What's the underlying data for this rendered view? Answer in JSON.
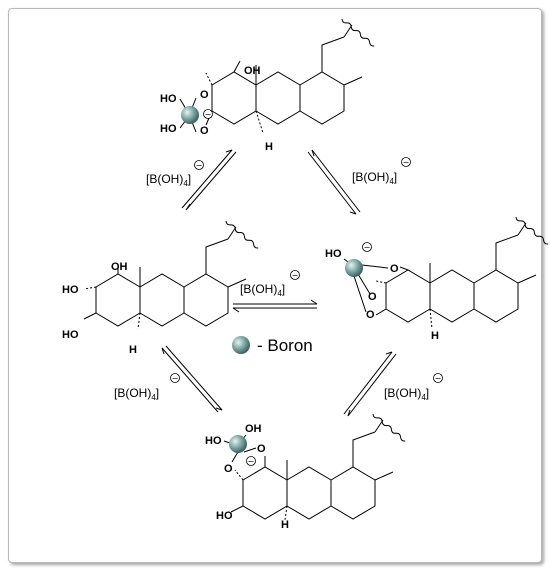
{
  "reagent": "[B(OH)4]",
  "legend_text": "- Boron",
  "atoms": {
    "oh": "OH",
    "ho": "HO",
    "o": "O",
    "h": "H",
    "minus": "−"
  },
  "colors": {
    "boron": "#6f9c99",
    "line": "#000000",
    "frame": "#b9b9b9"
  }
}
